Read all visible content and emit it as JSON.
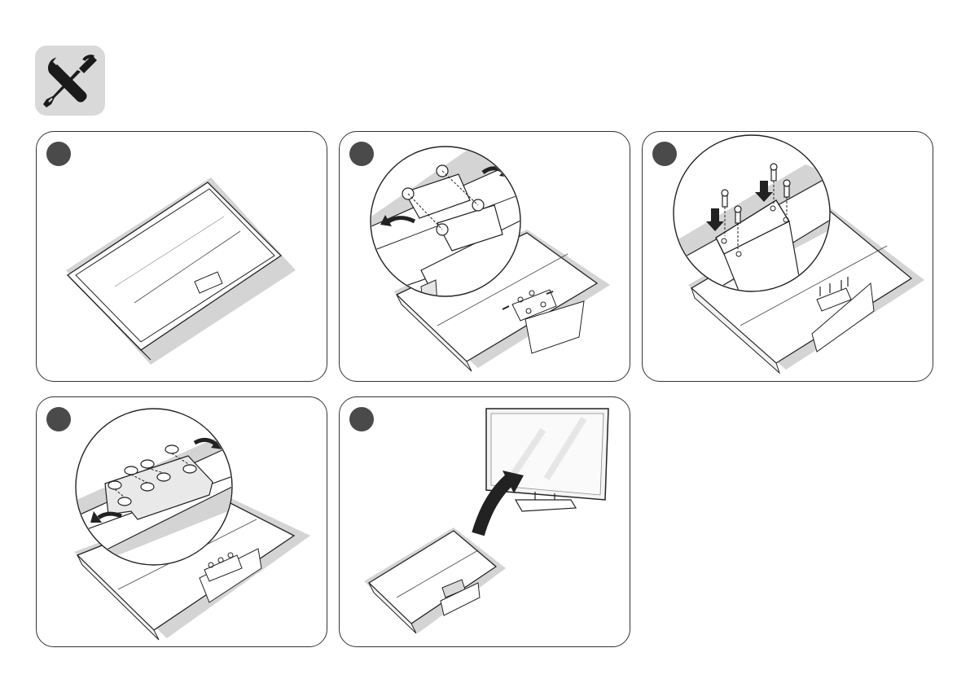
{
  "header": {
    "icon": "tools-icon",
    "icon_colors": {
      "badge": "#d9d9d9",
      "glyph": "#1a1a1a"
    }
  },
  "steps": [
    {
      "icon": "step-1-marker"
    },
    {
      "icon": "step-2-marker"
    },
    {
      "icon": "step-3-marker"
    },
    {
      "icon": "step-4-marker"
    },
    {
      "icon": "step-5-marker"
    }
  ],
  "colors": {
    "step_marker": "#4a4a4a",
    "line": "#222222",
    "shadow": "#cfcfcf",
    "panel_border": "#333333"
  }
}
